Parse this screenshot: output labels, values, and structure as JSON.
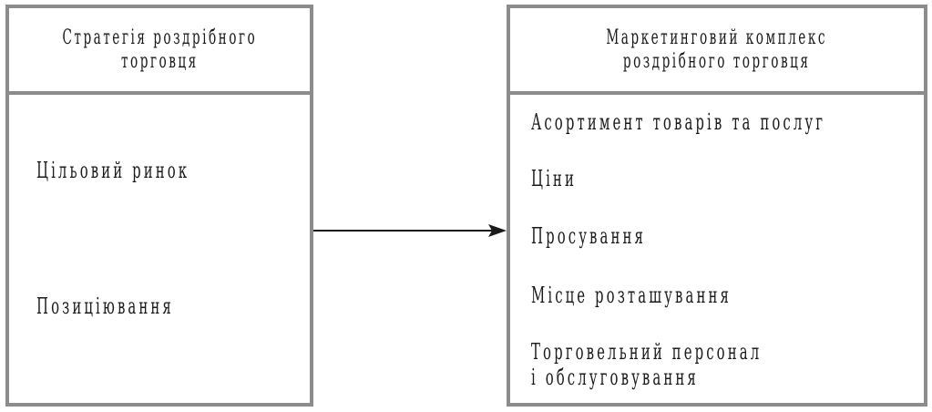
{
  "left_box": {
    "title_line1": "Стратегія роздрібного",
    "title_line2": "торговця",
    "items": [
      "Цільовий ринок",
      "Позиціювання"
    ]
  },
  "right_box": {
    "title_line1": "Маркетинговий комплекс",
    "title_line2": "роздрібного торговця",
    "items": [
      "Асортимент товарів та послуг",
      "Ціни",
      "Просування",
      "Місце розташування",
      "Торговельний персонал",
      "і обслуговування"
    ]
  }
}
